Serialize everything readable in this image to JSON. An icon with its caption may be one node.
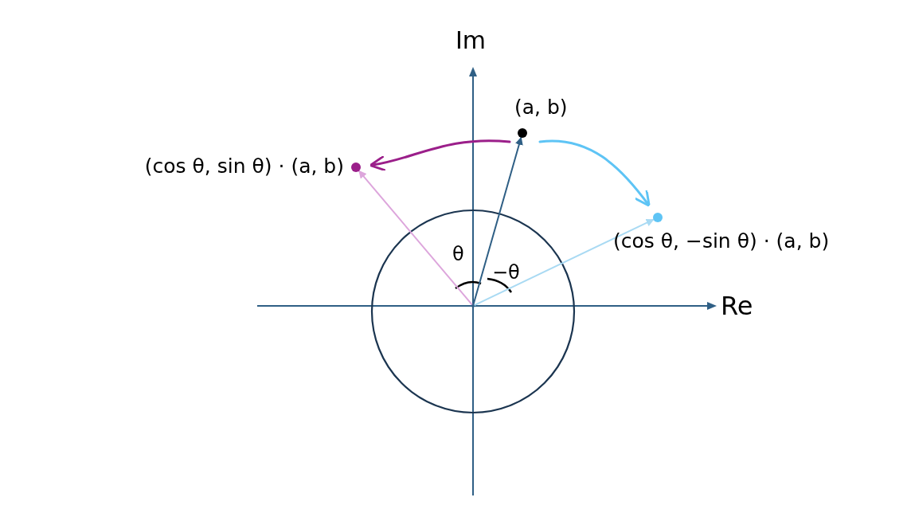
{
  "diagram": {
    "nodes": [
      {
        "text": [],
        "shape": "circle"
      },
      {
        "text": [],
        "shape": "circle",
        "beside": [
          "(a, b)"
        ]
      },
      {
        "text": [],
        "shape": "circle",
        "beside": [
          "(cos θ, sin θ) · (a, b)"
        ]
      },
      {
        "text": [],
        "shape": "circle",
        "beside": [
          "(cos θ, −sin θ) · (a, b)"
        ]
      }
    ],
    "edges": [
      {
        "from": 0,
        "to": 1,
        "arrow": "to",
        "color": "#2f5f85"
      },
      {
        "from": 0,
        "to": 2,
        "arrow": "to",
        "color": "#dda6dc"
      },
      {
        "from": 0,
        "to": 3,
        "arrow": "to",
        "color": "#a9daf3"
      },
      {
        "from": 1,
        "to": 2,
        "arrow": "to",
        "color": "#9b1f8a"
      },
      {
        "from": 1,
        "to": 3,
        "arrow": "to",
        "color": "#5ec4f5"
      }
    ],
    "labels": [
      "Im",
      "Re",
      "θ",
      "−θ"
    ]
  }
}
